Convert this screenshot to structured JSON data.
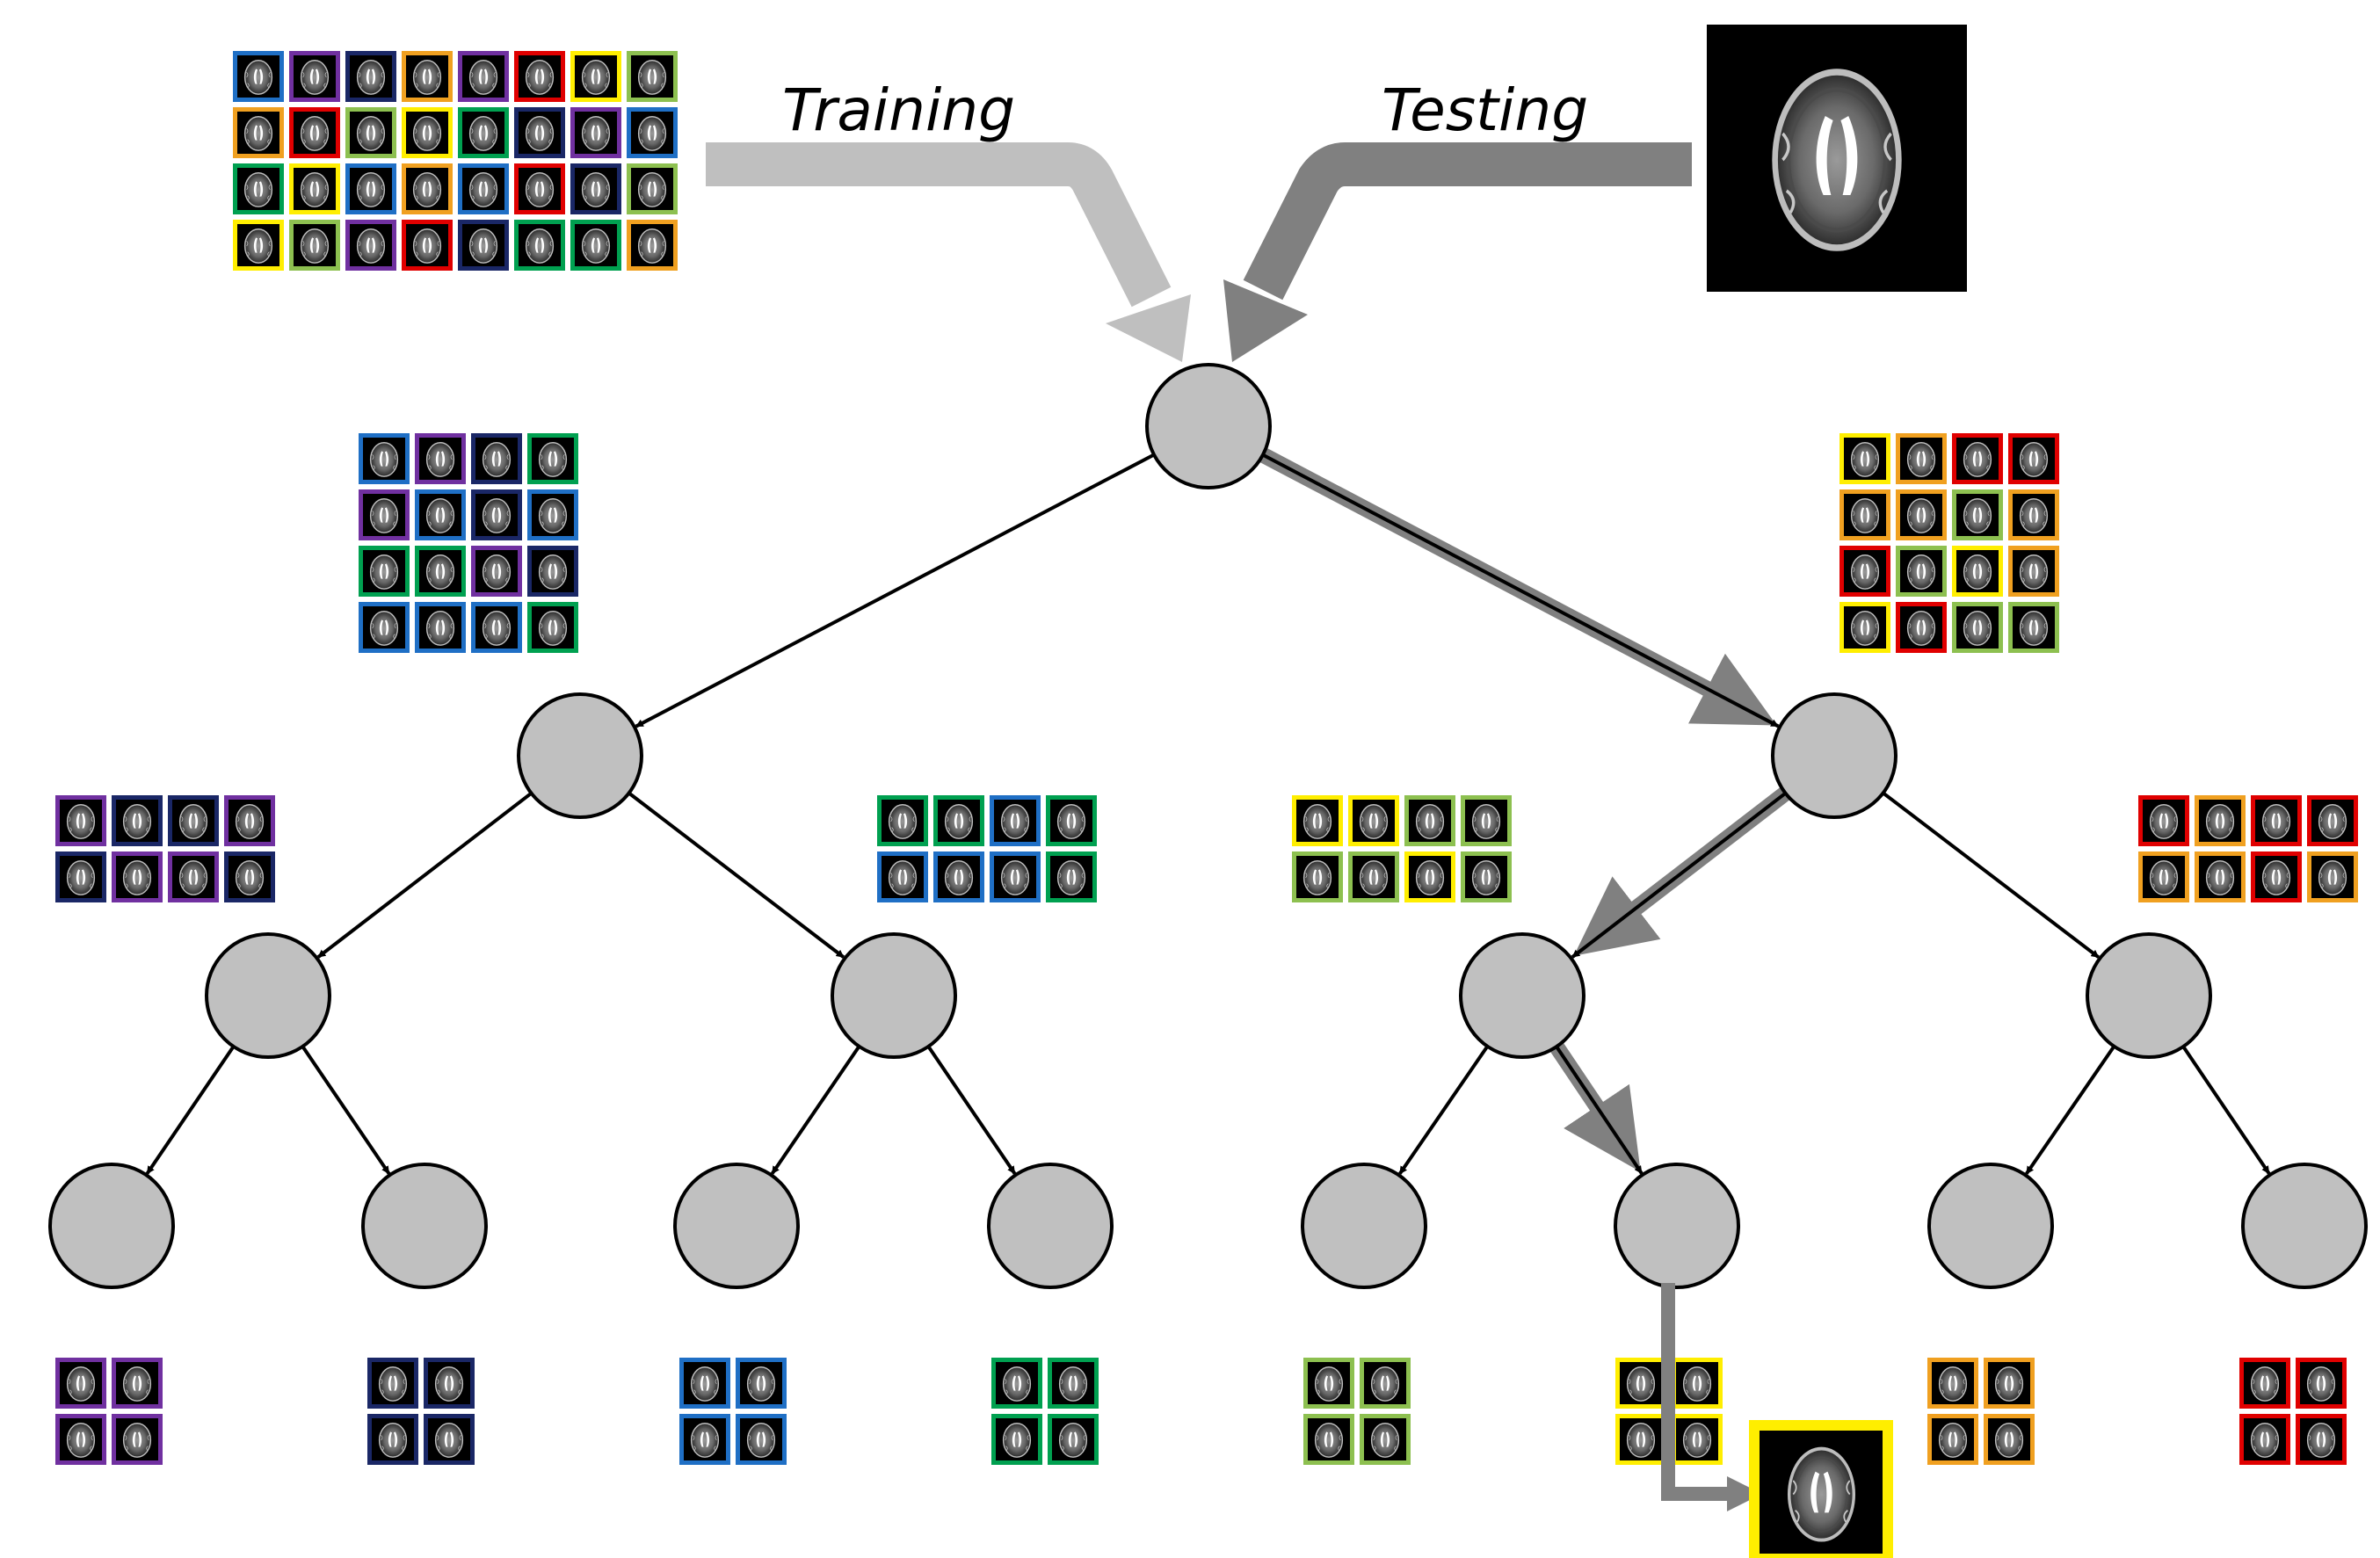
{
  "labels": {
    "training": "Training",
    "testing": "Testing"
  },
  "colors": {
    "node_fill": "#c0c0c0",
    "node_stroke": "#000000",
    "training_arrow": "#bfbfbf",
    "testing_arrow": "#808080",
    "frame": {
      "blue": "#1f6fc5",
      "purple": "#7030a0",
      "navy": "#1a2766",
      "orange": "#f0a020",
      "red": "#e00000",
      "yellow": "#ffee00",
      "lightgreen": "#8dc050",
      "green": "#00a050"
    }
  },
  "tree": {
    "depth": 3,
    "test_path": [
      1,
      0,
      1
    ]
  },
  "training_set": [
    [
      "blue",
      "purple",
      "navy",
      "orange",
      "purple",
      "red",
      "yellow",
      "lightgreen"
    ],
    [
      "orange",
      "red",
      "lightgreen",
      "yellow",
      "green",
      "navy",
      "purple",
      "blue"
    ],
    [
      "green",
      "yellow",
      "blue",
      "orange",
      "blue",
      "red",
      "navy",
      "lightgreen"
    ],
    [
      "yellow",
      "lightgreen",
      "purple",
      "red",
      "navy",
      "green",
      "green",
      "orange"
    ]
  ],
  "level1_groups": [
    [
      [
        "blue",
        "purple",
        "navy",
        "green"
      ],
      [
        "purple",
        "blue",
        "navy",
        "blue"
      ],
      [
        "green",
        "green",
        "purple",
        "navy"
      ],
      [
        "blue",
        "blue",
        "blue",
        "green"
      ]
    ],
    [
      [
        "yellow",
        "orange",
        "red",
        "red"
      ],
      [
        "orange",
        "orange",
        "lightgreen",
        "orange"
      ],
      [
        "red",
        "lightgreen",
        "yellow",
        "orange"
      ],
      [
        "yellow",
        "red",
        "lightgreen",
        "lightgreen"
      ]
    ]
  ],
  "level2_groups": [
    [
      [
        "purple",
        "navy",
        "navy",
        "purple"
      ],
      [
        "navy",
        "purple",
        "purple",
        "navy"
      ]
    ],
    [
      [
        "green",
        "green",
        "blue",
        "green"
      ],
      [
        "blue",
        "blue",
        "blue",
        "green"
      ]
    ],
    [
      [
        "yellow",
        "yellow",
        "lightgreen",
        "lightgreen"
      ],
      [
        "lightgreen",
        "lightgreen",
        "yellow",
        "lightgreen"
      ]
    ],
    [
      [
        "red",
        "orange",
        "red",
        "red"
      ],
      [
        "orange",
        "orange",
        "red",
        "orange"
      ]
    ]
  ],
  "leaf_groups": [
    "purple",
    "navy",
    "blue",
    "green",
    "lightgreen",
    "yellow",
    "orange",
    "red"
  ],
  "result_frame": "yellow"
}
